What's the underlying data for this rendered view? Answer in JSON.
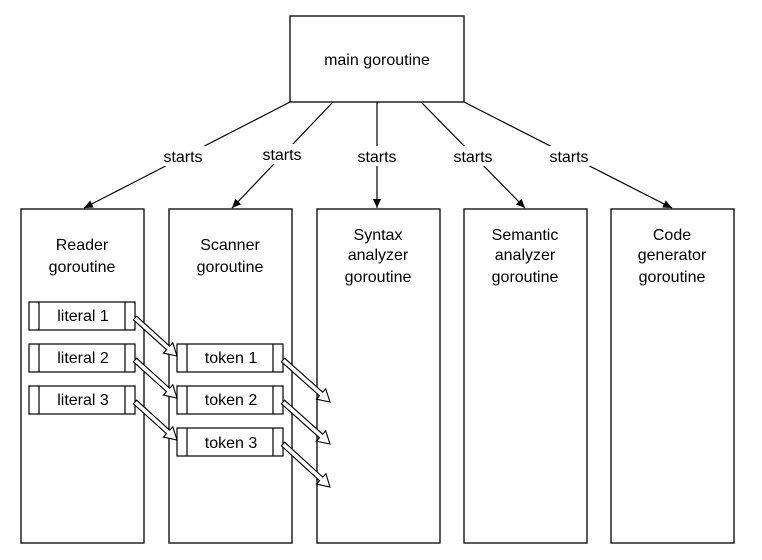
{
  "main": {
    "label": "main goroutine"
  },
  "edge_label": "starts",
  "stages": [
    {
      "lines": [
        "Reader",
        "goroutine"
      ]
    },
    {
      "lines": [
        "Scanner",
        "goroutine"
      ]
    },
    {
      "lines": [
        "Syntax",
        "analyzer",
        "goroutine"
      ]
    },
    {
      "lines": [
        "Semantic",
        "analyzer",
        "goroutine"
      ]
    },
    {
      "lines": [
        "Code",
        "generator",
        "goroutine"
      ]
    }
  ],
  "literals": [
    "literal 1",
    "literal 2",
    "literal 3"
  ],
  "tokens": [
    "token 1",
    "token 2",
    "token 3"
  ]
}
